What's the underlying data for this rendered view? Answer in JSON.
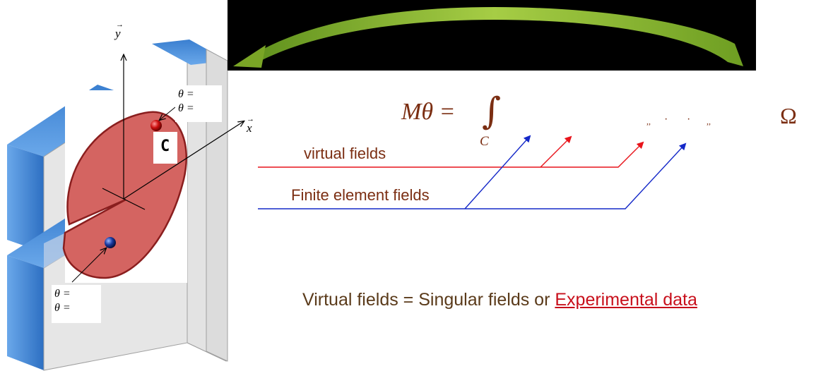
{
  "axes": {
    "y_label": "y",
    "x_label": "x",
    "vector_mark": "→"
  },
  "crack_point_label": "C",
  "theta_top": [
    "θ  =",
    "θ  ="
  ],
  "theta_bottom": [
    "θ  =",
    "θ  ="
  ],
  "equation": {
    "lhs": "Mθ = ",
    "integral": "∫",
    "domain": "C",
    "rhs": "Ω",
    "residual_marks": [
      ",,",
      "·",
      "·",
      ",,"
    ]
  },
  "legend": {
    "virtual": "virtual fields",
    "finite": "Finite element fields"
  },
  "bottom_line": {
    "prefix": "Virtual fields = Singular fields or ",
    "link": "Experimental data"
  },
  "colors": {
    "red": "#e8141b",
    "blue": "#1428c8",
    "brown": "#7b2e12",
    "plate": "#d9d9d9",
    "plate_top": "#4a8fd9",
    "ellipse": "#d46461",
    "ellipse_edge": "#8a1e1e",
    "green_arc": "#8ab52c"
  }
}
